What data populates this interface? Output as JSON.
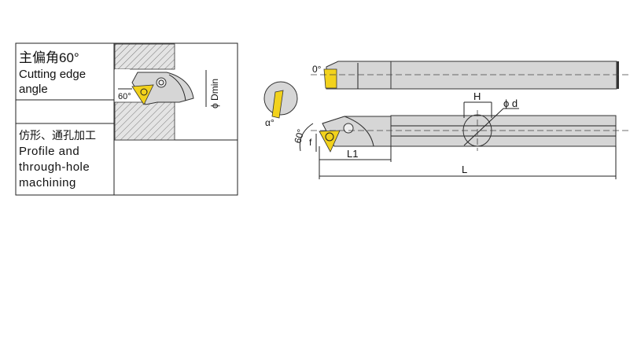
{
  "table": {
    "row1": {
      "title_cn": "主偏角60°",
      "title_en_1": "Cutting edge",
      "title_en_2": "angle"
    },
    "row2": {
      "title_cn": "仿形、通孔加工",
      "title_en_1": "Profile and",
      "title_en_2": "through-hole",
      "title_en_3": "machining"
    },
    "section_labels": {
      "angle": "60°",
      "dmin": "ϕ Dmin"
    }
  },
  "tool_drawing": {
    "labels": {
      "top_angle": "0°",
      "alpha": "α°",
      "side_angle": "60°",
      "f": "f",
      "L1": "L1",
      "L": "L",
      "H": "H",
      "d": "ϕ d"
    }
  },
  "colors": {
    "insert": "#f2d21c",
    "body": "#d6d6d6",
    "lines": "#222222"
  }
}
